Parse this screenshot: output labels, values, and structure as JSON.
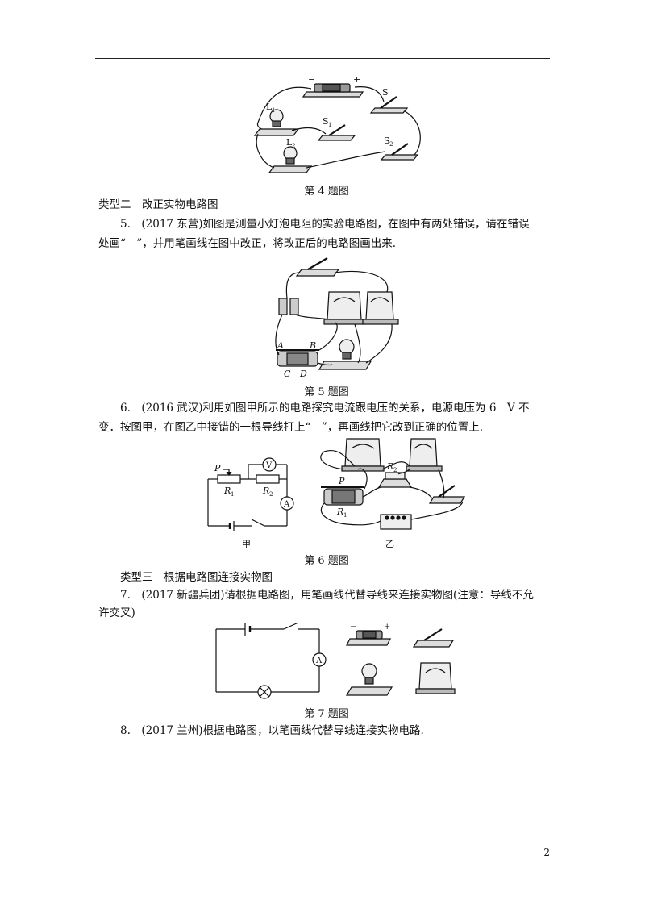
{
  "fig4": {
    "caption": "第 4 题图",
    "labels": {
      "minus": "−",
      "plus": "+",
      "s": "S",
      "s1": "S",
      "s1_sub": "1",
      "s2": "S",
      "s2_sub": "2",
      "l1": "L",
      "l1_sub": "1",
      "l2": "L",
      "l2_sub": "2"
    }
  },
  "section2": {
    "title": "类型二　改正实物电路图"
  },
  "q5": {
    "line1": "5.　(2017 东营)如图是测量小灯泡电阻的实验电路图，在图中有两处错误，请在错误",
    "line2": "处画“　”，并用笔画线在图中改正，将改正后的电路图画出来.",
    "caption": "第 5 题图",
    "labels": {
      "a": "A",
      "b": "B",
      "c": "C",
      "d": "D"
    }
  },
  "q6": {
    "line1": "6.　(2016 武汉)利用如图甲所示的电路探究电流跟电压的关系，电源电压为 6　V 不",
    "line2": "变．按图甲，在图乙中接错的一根导线打上“　”，再画线把它改到正确的位置上.",
    "caption": "第 6 题图",
    "labels": {
      "p": "P",
      "r1": "R",
      "r1_sub": "1",
      "r2": "R",
      "r2_sub": "2",
      "v": "V",
      "a": "A",
      "jia": "甲",
      "yi": "乙",
      "p2": "P",
      "r1b": "R",
      "r1b_sub": "1",
      "r2b": "R",
      "r2b_sub": "2"
    }
  },
  "section3": {
    "title": "类型三　根据电路图连接实物图"
  },
  "q7": {
    "line1": "7.　(2017 新疆兵团)请根据电路图，用笔画线代替导线来连接实物图(注意：导线不允",
    "line2": "许交叉)",
    "caption": "第 7 题图",
    "labels": {
      "a": "A",
      "plus": "+",
      "minus": "−"
    }
  },
  "q8": {
    "line1": "8.　(2017 兰州)根据电路图，以笔画线代替导线连接实物电路."
  },
  "page_number": "2"
}
